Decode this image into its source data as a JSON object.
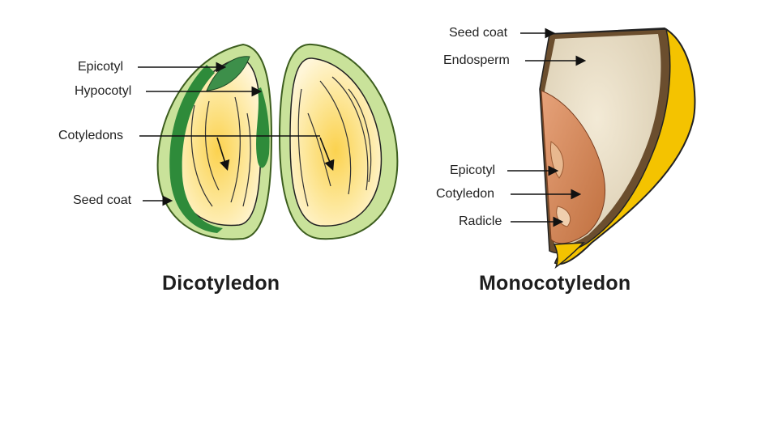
{
  "dicot": {
    "caption": "Dicotyledon",
    "labels": {
      "epicotyl": "Epicotyl",
      "hypocotyl": "Hypocotyl",
      "cotyledons": "Cotyledons",
      "seed_coat": "Seed coat"
    }
  },
  "monocot": {
    "caption": "Monocotyledon",
    "labels": {
      "seed_coat": "Seed coat",
      "endosperm": "Endosperm",
      "epicotyl": "Epicotyl",
      "cotyledon": "Cotyledon",
      "radicle": "Radicle"
    }
  },
  "colors": {
    "seed_coat_green": "#c9e29a",
    "embryo_green": "#2e8b3a",
    "cotyledon_yellow": "#fbd35a",
    "endosperm_beige": "#eadfc8",
    "hull_yellow": "#f4c300",
    "embryo_orange": "#d4865a"
  }
}
